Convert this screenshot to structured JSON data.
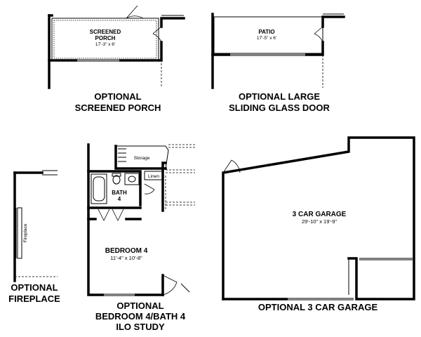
{
  "screened_porch": {
    "room_line1": "SCREENED",
    "room_line2": "PORCH",
    "dimension": "17'-3\" x 6'",
    "caption_line1": "OPTIONAL",
    "caption_line2": "SCREENED PORCH"
  },
  "patio": {
    "room": "PATIO",
    "dimension": "17'-5\" x 6'",
    "caption_line1": "OPTIONAL LARGE",
    "caption_line2": "SLIDING GLASS DOOR"
  },
  "fireplace": {
    "label": "Fireplace",
    "caption_line1": "OPTIONAL",
    "caption_line2": "FIREPLACE"
  },
  "bedroom4": {
    "storage_label": "Storage",
    "linen_label": "Linen",
    "bath_line1": "BATH",
    "bath_line2": "4",
    "room": "BEDROOM 4",
    "dimension": "11'-4\" x 10'-8\"",
    "caption_line1": "OPTIONAL",
    "caption_line2": "BEDROOM 4/BATH 4",
    "caption_line3": "ILO STUDY"
  },
  "garage": {
    "room": "3 CAR GARAGE",
    "dimension": "29'-10\" x 19'-9\"",
    "caption": "OPTIONAL 3 CAR GARAGE"
  }
}
